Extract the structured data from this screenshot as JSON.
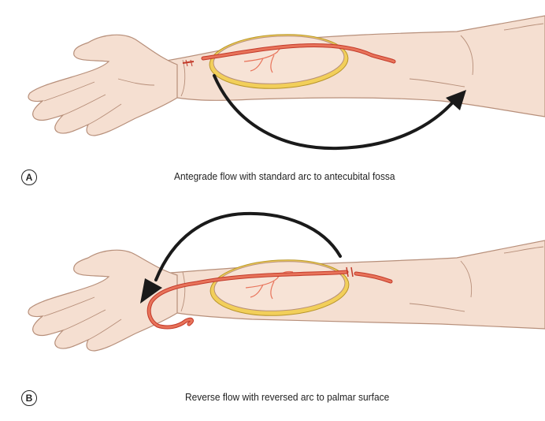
{
  "panels": [
    {
      "label": "A",
      "caption": "Antegrade flow with standard arc to antecubital fossa"
    },
    {
      "label": "B",
      "caption": "Reverse flow with reversed arc to palmar surface"
    }
  ],
  "colors": {
    "skin": "#f5dfd1",
    "skin_outline": "#b78f7a",
    "artery": "#e8735a",
    "artery_outline": "#c23a2a",
    "fat": "#f2cf5a",
    "arrow": "#1a1a1a"
  }
}
